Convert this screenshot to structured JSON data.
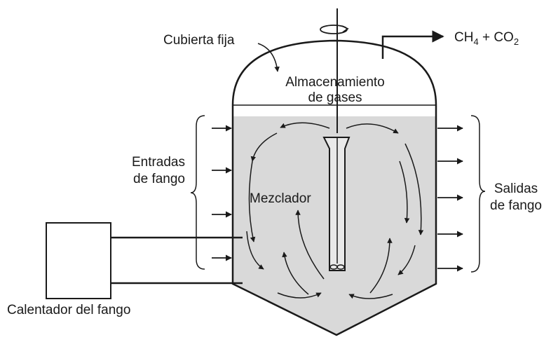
{
  "labels": {
    "cover": "Cubierta fija",
    "gas_storage_line1": "Almacenamiento",
    "gas_storage_line2": "de gases",
    "gas_out_base": "CH",
    "gas_out_sub1": "4",
    "gas_out_mid": " + CO",
    "gas_out_sub2": "2",
    "inlets_line1": "Entradas",
    "inlets_line2": "de fango",
    "mixer": "Mezclador",
    "outlets_line1": "Salidas",
    "outlets_line2": "de fango",
    "heater": "Calentador del fango"
  },
  "colors": {
    "ink": "#1a1a1a",
    "sludge": "#d9d9d9"
  },
  "icons": [
    "rotation-arrow-icon",
    "flow-arrow-icon"
  ]
}
